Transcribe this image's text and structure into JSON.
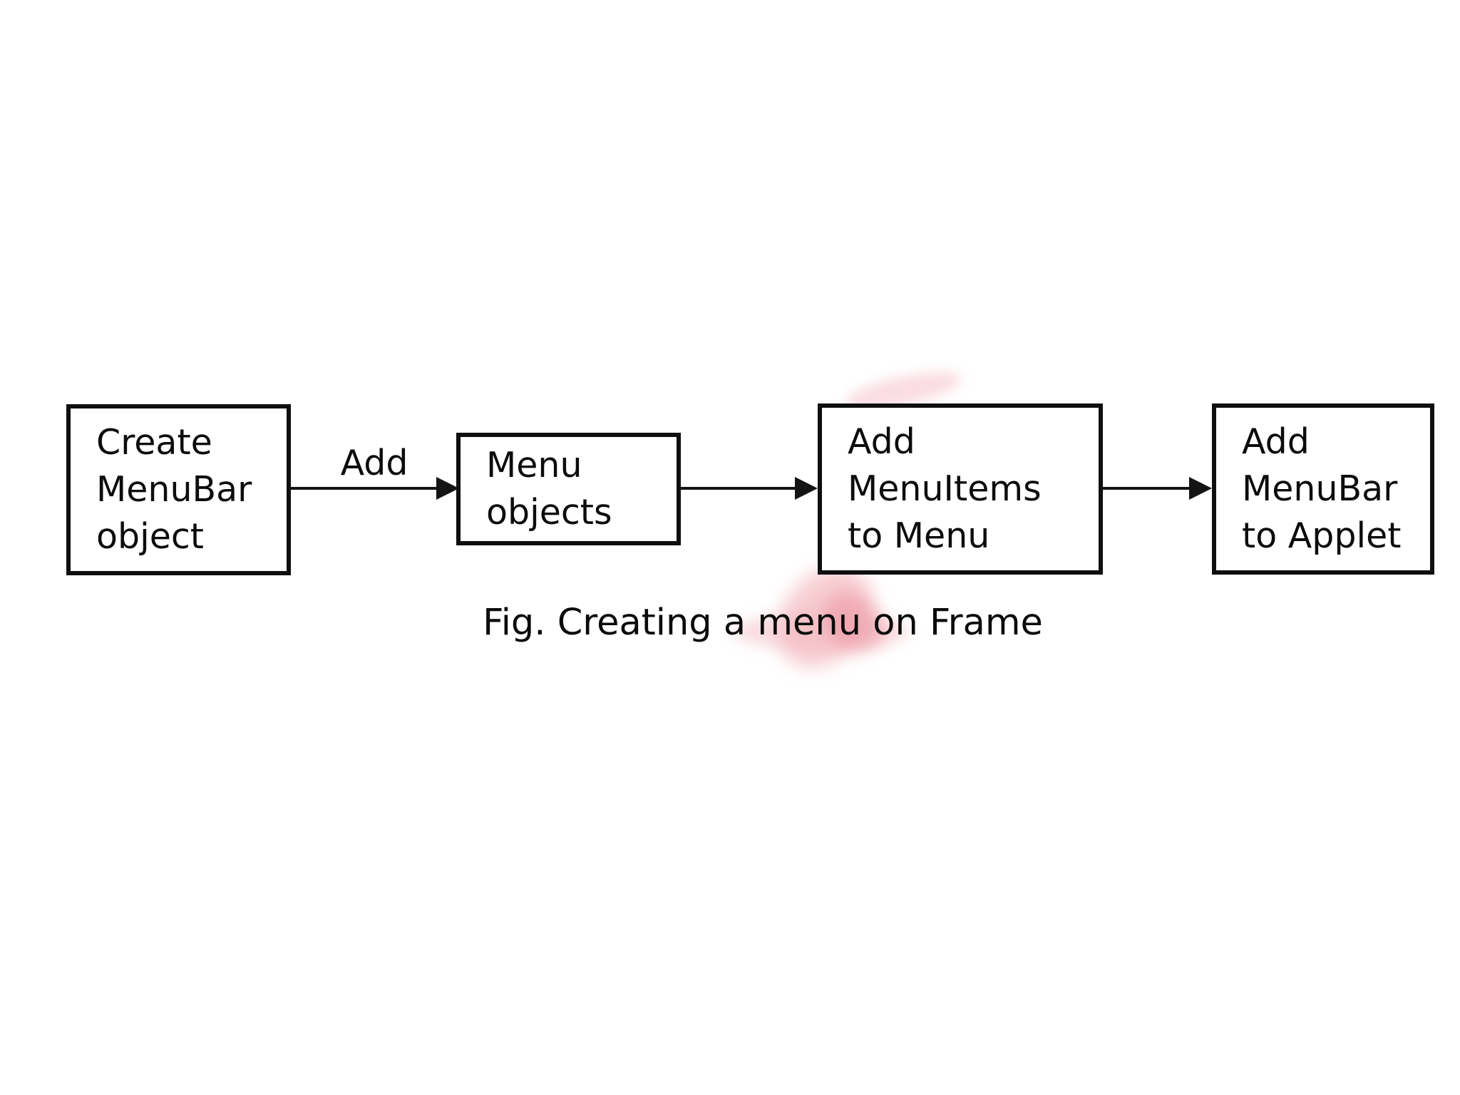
{
  "figure": {
    "caption": "Fig. Creating a menu on Frame",
    "boxes": [
      {
        "id": "create-menubar-object",
        "lines": [
          "Create",
          "MenuBar",
          "object"
        ]
      },
      {
        "id": "menu-objects",
        "lines": [
          "Menu",
          "objects"
        ]
      },
      {
        "id": "add-menuitems-to-menu",
        "lines": [
          "Add",
          "MenuItems",
          "to Menu"
        ]
      },
      {
        "id": "add-menubar-to-applet",
        "lines": [
          "Add",
          "MenuBar",
          "to Applet"
        ]
      }
    ],
    "arrows": [
      {
        "from": "create-menubar-object",
        "to": "menu-objects",
        "label": "Add"
      },
      {
        "from": "menu-objects",
        "to": "add-menuitems-to-menu",
        "label": ""
      },
      {
        "from": "add-menuitems-to-menu",
        "to": "add-menubar-to-applet",
        "label": ""
      }
    ],
    "colors": {
      "background": "#ffffff",
      "line_and_border": "#141414",
      "text": "#0c0c0c",
      "watermark_pink": "#ef9aa4"
    }
  }
}
